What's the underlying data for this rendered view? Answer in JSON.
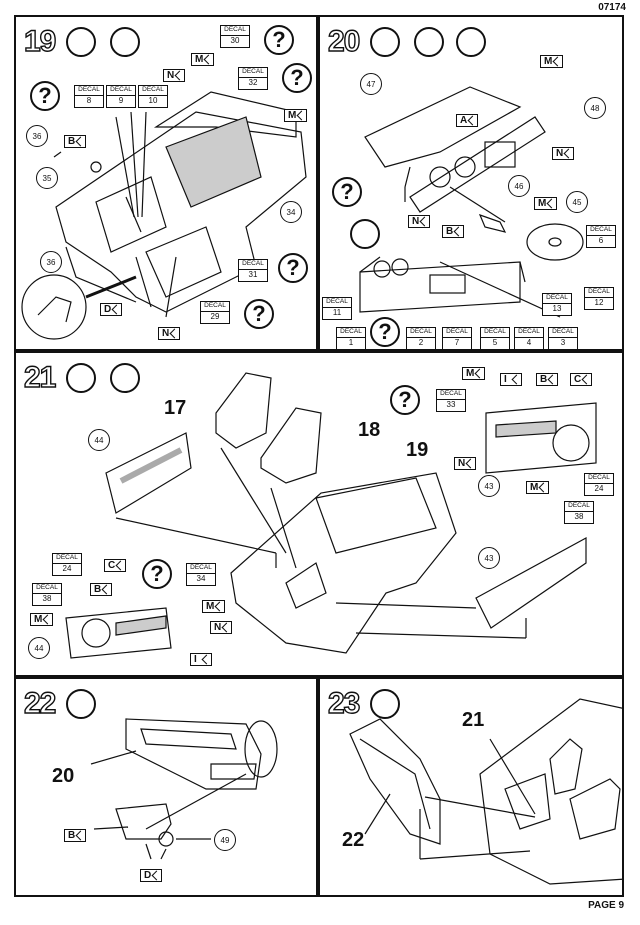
{
  "header": {
    "doc_number": "07174"
  },
  "footer": {
    "page_label": "PAGE 9"
  },
  "decal_word": "DECAL",
  "steps": [
    {
      "number": "19",
      "decals": [
        "30",
        "32",
        "8",
        "9",
        "10",
        "31",
        "29"
      ],
      "letters": [
        "N",
        "M",
        "M",
        "B",
        "D",
        "N"
      ],
      "parts": [
        "36",
        "35",
        "34",
        "36"
      ]
    },
    {
      "number": "20",
      "decals": [
        "6",
        "13",
        "12",
        "11",
        "1",
        "2",
        "7",
        "5",
        "4",
        "3"
      ],
      "letters": [
        "M",
        "A",
        "N",
        "N",
        "B",
        "M"
      ],
      "parts": [
        "47",
        "48",
        "46",
        "45"
      ]
    },
    {
      "number": "21",
      "decals": [
        "33",
        "24",
        "38",
        "34",
        "24",
        "38"
      ],
      "letters": [
        "M",
        "I",
        "B",
        "C",
        "N",
        "M",
        "C",
        "B",
        "M",
        "M",
        "N",
        "I"
      ],
      "parts": [
        "44",
        "43",
        "43",
        "44"
      ],
      "big_labels": [
        "17",
        "18",
        "19"
      ]
    },
    {
      "number": "22",
      "letters": [
        "B",
        "D"
      ],
      "parts": [
        "49"
      ],
      "big_labels": [
        "20"
      ]
    },
    {
      "number": "23",
      "big_labels": [
        "21",
        "22"
      ]
    }
  ]
}
